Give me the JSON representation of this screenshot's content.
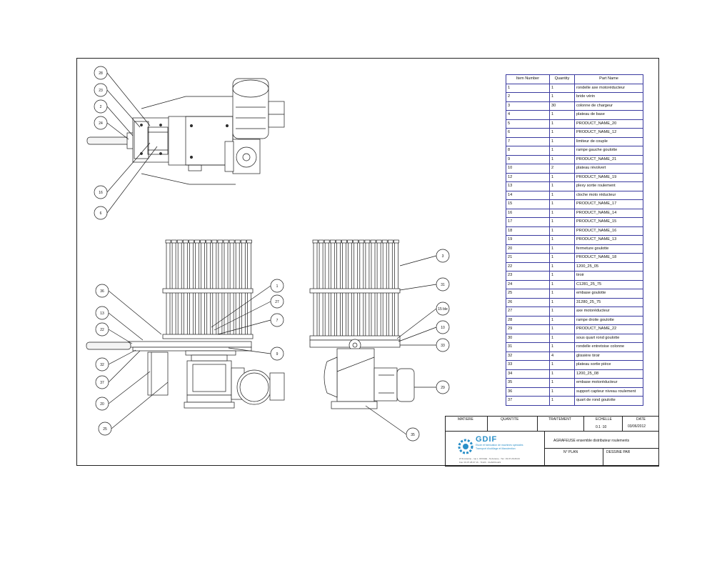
{
  "bom": {
    "headers": [
      "Item Number",
      "Quantity",
      "Part Name"
    ],
    "rows": [
      [
        "1",
        "1",
        "rondelle axe motoréducteur"
      ],
      [
        "2",
        "1",
        "bride vérin"
      ],
      [
        "3",
        "30",
        "colonne de chargeur"
      ],
      [
        "4",
        "1",
        "plateau de base"
      ],
      [
        "5",
        "1",
        "PRODUCT_NAME_20"
      ],
      [
        "6",
        "1",
        "PRODUCT_NAME_12"
      ],
      [
        "7",
        "1",
        "limiteur de couple"
      ],
      [
        "8",
        "1",
        "rampe gauche goulotte"
      ],
      [
        "9",
        "1",
        "PRODUCT_NAME_21"
      ],
      [
        "10",
        "2",
        "plateau révolvert"
      ],
      [
        "12",
        "1",
        "PRODUCT_NAME_19"
      ],
      [
        "13",
        "1",
        "plexy sortie roulement"
      ],
      [
        "14",
        "1",
        "cloche moto réducteur"
      ],
      [
        "15",
        "1",
        "PRODUCT_NAME_17"
      ],
      [
        "16",
        "1",
        "PRODUCT_NAME_14"
      ],
      [
        "17",
        "1",
        "PRODUCT_NAME_15"
      ],
      [
        "18",
        "1",
        "PRODUCT_NAME_16"
      ],
      [
        "19",
        "1",
        "PRODUCT_NAME_13"
      ],
      [
        "20",
        "1",
        "fermeture goulotte"
      ],
      [
        "21",
        "1",
        "PRODUCT_NAME_18"
      ],
      [
        "22",
        "1",
        "1200_25_05"
      ],
      [
        "23",
        "1",
        "tiroir"
      ],
      [
        "24",
        "1",
        "C1281_25_75"
      ],
      [
        "25",
        "1",
        "embase goulotte"
      ],
      [
        "26",
        "1",
        "31280_25_75"
      ],
      [
        "27",
        "1",
        "axe motoréducteur"
      ],
      [
        "28",
        "1",
        "rampe droite goulotte"
      ],
      [
        "29",
        "1",
        "PRODUCT_NAME_22"
      ],
      [
        "30",
        "1",
        "sous quart rond goulotte"
      ],
      [
        "31",
        "1",
        "rondelle entretoise colonne"
      ],
      [
        "32",
        "4",
        "glissière tiroir"
      ],
      [
        "33",
        "1",
        "plateau sortie pièce"
      ],
      [
        "34",
        "1",
        "1200_25_08"
      ],
      [
        "35",
        "1",
        "embase motoréducteur"
      ],
      [
        "36",
        "1",
        "support capteur niveau roulement"
      ],
      [
        "37",
        "1",
        "quart de rond goulotte"
      ]
    ]
  },
  "title_block": {
    "matiere_label": "MATIERE",
    "quantite_label": "QUANTITE",
    "traitement_label": "TRAITEMENT",
    "echelle_label": "ECHELLE",
    "echelle_value": "0.1 :10",
    "date_label": "DATE",
    "date_value": "03/06/2012",
    "designation": "AGRAFEUSE ensemble distributeur roulements",
    "nplan_label": "N° PLAN",
    "dessine_par_label": "DESSINE PAR",
    "company_name": "GDIF",
    "company_sub1": "Etude et fabrication de machines spéciales",
    "company_sub2": "Transport d'outillage et Manutention",
    "company_addr1": "ZI St Antoine - rue L. ROCHE - St Antoine - Tél.: 03.07.26.06.03",
    "company_addr2": "Fax: 03.07.28.07.16 - 71120 - CHAROLLES"
  },
  "callouts": {
    "top_view": [
      "28",
      "23",
      "2",
      "24",
      "16",
      "6"
    ],
    "front_view_left": [
      "36",
      "13",
      "22",
      "32",
      "37",
      "20",
      "25"
    ],
    "front_view_mid": [
      "1",
      "27",
      "7",
      "9"
    ],
    "side_view_right": [
      "3",
      "31",
      "15\nble",
      "10",
      "33",
      "29",
      "35"
    ]
  },
  "colors": {
    "line": "#1a1a1a",
    "table_border": "#3a3aa0",
    "logo_blue": "#2a8fc8"
  }
}
